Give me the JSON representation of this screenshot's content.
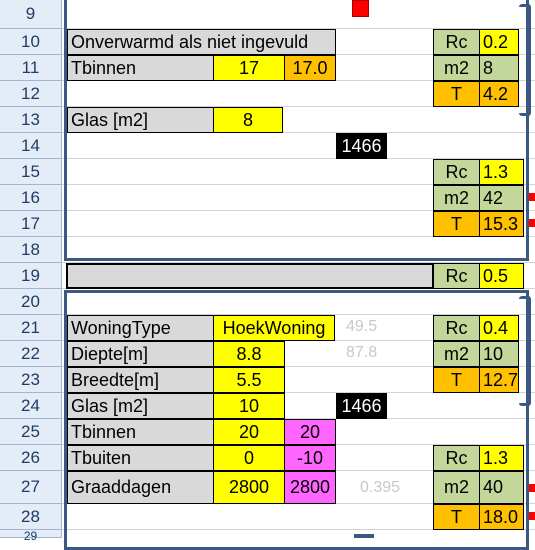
{
  "row_numbers": [
    "9",
    "10",
    "11",
    "12",
    "13",
    "14",
    "15",
    "16",
    "17",
    "18",
    "19",
    "20",
    "21",
    "22",
    "23",
    "24",
    "25",
    "26",
    "27",
    "28",
    "29"
  ],
  "block1": {
    "onverwarmd_label": "Onverwarmd als niet ingevuld",
    "tbinnen_label": "Tbinnen",
    "tbinnen_value": "17",
    "tbinnen_computed": "17.0",
    "glas_label": "Glas [m2]",
    "glas_value": "8",
    "total": "1466",
    "side1": {
      "rc_label": "Rc",
      "rc_value": "0.2",
      "m2_label": "m2",
      "m2_value": "8",
      "t_label": "T",
      "t_value": "4.2"
    },
    "side2": {
      "rc_label": "Rc",
      "rc_value": "1.3",
      "m2_label": "m2",
      "m2_value": "42",
      "t_label": "T",
      "t_value": "15.3"
    }
  },
  "row19": {
    "rc_label": "Rc",
    "rc_value": "0.5"
  },
  "block2": {
    "woningtype_label": "WoningType",
    "woningtype_value": "HoekWoning",
    "ghost1": "49.5",
    "diepte_label": "Diepte[m]",
    "diepte_value": "8.8",
    "ghost2": "87.8",
    "breedte_label": "Breedte[m]",
    "breedte_value": "5.5",
    "glas_label": "Glas [m2]",
    "glas_value": "10",
    "total": "1466",
    "tbinnen_label": "Tbinnen",
    "tbinnen_value": "20",
    "tbinnen_computed": "20",
    "tbuiten_label": "Tbuiten",
    "tbuiten_value": "0",
    "tbuiten_computed": "-10",
    "graaddagen_label": "Graaddagen",
    "graaddagen_value": "2800",
    "graaddagen_computed": "2800",
    "ghost3": "0.395",
    "side1": {
      "rc_label": "Rc",
      "rc_value": "0.4",
      "m2_label": "m2",
      "m2_value": "10",
      "t_label": "T",
      "t_value": "12.7"
    },
    "side2": {
      "rc_label": "Rc",
      "rc_value": "1.3",
      "m2_label": "m2",
      "m2_value": "40",
      "t_label": "T",
      "t_value": "18.0"
    }
  },
  "colors": {
    "gray": "#d9d9d9",
    "yellow": "#ffff00",
    "orange": "#ffc000",
    "green": "#c4d79b",
    "magenta": "#ff66ff",
    "frame": "#3b5a82"
  }
}
